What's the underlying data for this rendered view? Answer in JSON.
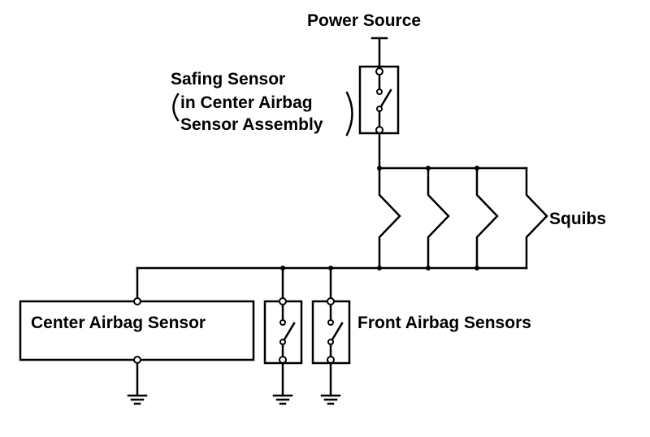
{
  "labels": {
    "power_source": "Power Source",
    "safing_line1": "Safing Sensor",
    "safing_line2": "in Center Airbag",
    "safing_line3": "Sensor Assembly",
    "squibs": "Squibs",
    "center_sensor": "Center Airbag Sensor",
    "front_sensors": "Front Airbag Sensors"
  },
  "icons": {
    "switch": "normally-open-switch-icon",
    "ground": "ground-symbol-icon",
    "squib": "squib-zigzag-icon"
  },
  "colors": {
    "line": "#000000",
    "background": "#ffffff"
  }
}
